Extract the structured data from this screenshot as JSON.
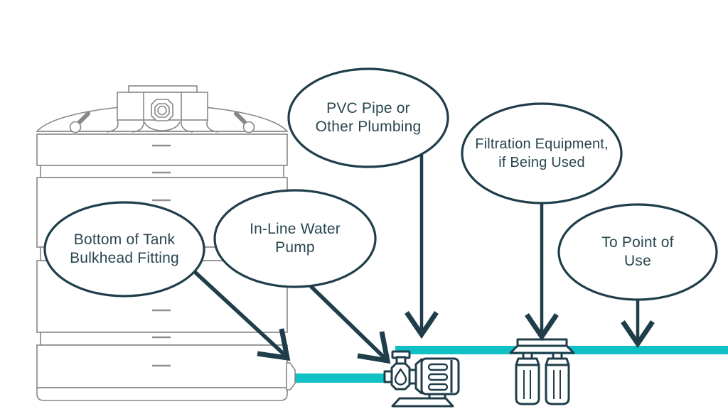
{
  "diagram": {
    "type": "labeled-illustration",
    "subject": "Water tank with in-line pump and filtration plumbing",
    "callouts": [
      {
        "id": "bulkhead",
        "label": "Bottom of Tank\nBulkhead Fitting"
      },
      {
        "id": "inline-pump",
        "label": "In-Line Water\nPump"
      },
      {
        "id": "pvc-pipe",
        "label": "PVC Pipe or\nOther Plumbing"
      },
      {
        "id": "filtration",
        "label": "Filtration Equipment,\nif Being Used"
      },
      {
        "id": "point-of-use",
        "label": "To Point of\nUse"
      }
    ],
    "icons": [
      {
        "name": "water-tank-icon"
      },
      {
        "name": "tank-lid-octagon-icon"
      },
      {
        "name": "bulkhead-fitting-icon"
      },
      {
        "name": "inline-pump-icon"
      },
      {
        "name": "water-drop-icon"
      },
      {
        "name": "dual-cartridge-filter-icon"
      },
      {
        "name": "arrow-down-icon"
      }
    ],
    "colors": {
      "ink": "#1f3e4a",
      "text": "#29464f",
      "pipe_teal": "#0fc0c4",
      "tank_outline": "#878787",
      "background": "#ffffff"
    }
  }
}
